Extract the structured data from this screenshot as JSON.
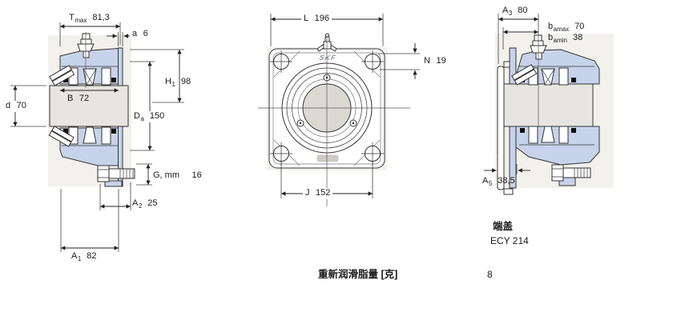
{
  "colors": {
    "housing": "#c7d3ea",
    "shaft": "#e6e5e1",
    "line": "#333333"
  },
  "views": {
    "left": {
      "dims": {
        "tmax": {
          "sym": "T",
          "sub": "max",
          "value": "81,3"
        },
        "a": {
          "sym": "a",
          "sub": "",
          "value": "6"
        },
        "h1": {
          "sym": "H",
          "sub": "1",
          "value": "98"
        },
        "d": {
          "sym": "d",
          "sub": "",
          "value": "70"
        },
        "b": {
          "sym": "B",
          "sub": "",
          "value": "72"
        },
        "da": {
          "sym": "D",
          "sub": "a",
          "value": "150"
        },
        "g": {
          "sym": "G, mm",
          "sub": "",
          "value": "16"
        },
        "a2": {
          "sym": "A",
          "sub": "2",
          "value": "25"
        },
        "a1": {
          "sym": "A",
          "sub": "1",
          "value": "82"
        }
      }
    },
    "front": {
      "logo": "SKF",
      "dims": {
        "l": {
          "sym": "L",
          "sub": "",
          "value": "196"
        },
        "n": {
          "sym": "N",
          "sub": "",
          "value": "19"
        },
        "j": {
          "sym": "J",
          "sub": "",
          "value": "152"
        }
      }
    },
    "right": {
      "dims": {
        "a3": {
          "sym": "A",
          "sub": "3",
          "value": "80"
        },
        "bamax": {
          "sym": "b",
          "sub": "amax",
          "value": "70"
        },
        "bamin": {
          "sym": "b",
          "sub": "amin",
          "value": "38"
        },
        "a5": {
          "sym": "A",
          "sub": "5",
          "value": "38,5"
        }
      }
    }
  },
  "notes": {
    "end_cover_label": "端盖",
    "end_cover_value": "ECY 214",
    "grease_label": "重新润滑脂量 [克]",
    "grease_value": "8"
  }
}
